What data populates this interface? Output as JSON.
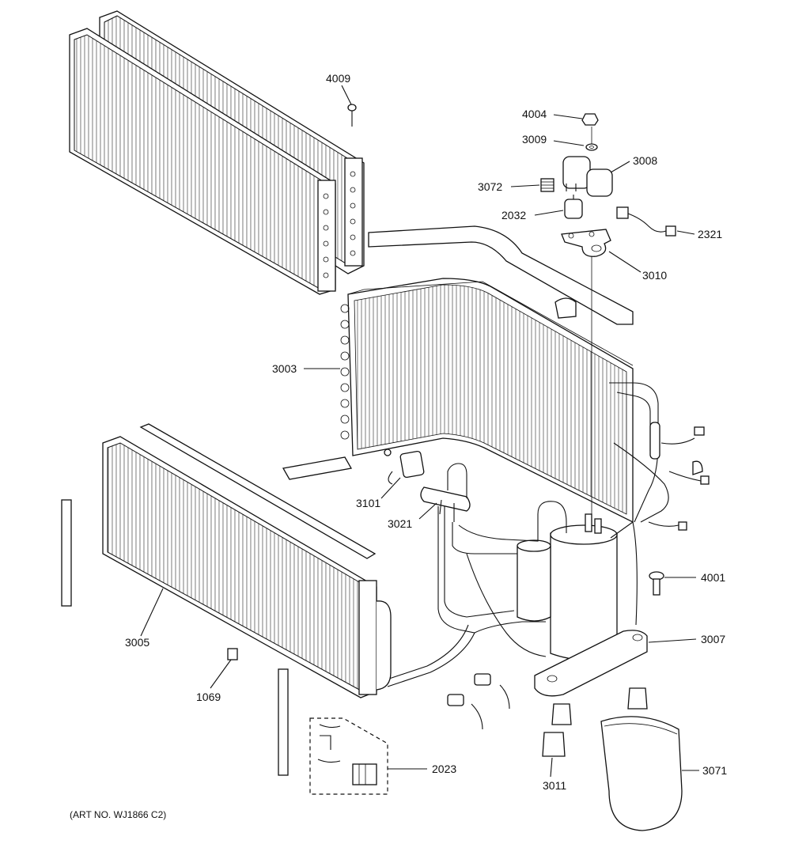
{
  "parts": [
    {
      "id": "p4009",
      "number": "4009"
    },
    {
      "id": "p4004",
      "number": "4004"
    },
    {
      "id": "p3009",
      "number": "3009"
    },
    {
      "id": "p3008",
      "number": "3008"
    },
    {
      "id": "p3072",
      "number": "3072"
    },
    {
      "id": "p2032",
      "number": "2032"
    },
    {
      "id": "p2321",
      "number": "2321"
    },
    {
      "id": "p3010",
      "number": "3010"
    },
    {
      "id": "p3003",
      "number": "3003"
    },
    {
      "id": "p3101",
      "number": "3101"
    },
    {
      "id": "p3021",
      "number": "3021"
    },
    {
      "id": "p4001",
      "number": "4001"
    },
    {
      "id": "p3007",
      "number": "3007"
    },
    {
      "id": "p3005",
      "number": "3005"
    },
    {
      "id": "p1069",
      "number": "1069"
    },
    {
      "id": "p2023",
      "number": "2023"
    },
    {
      "id": "p3011",
      "number": "3011"
    },
    {
      "id": "p3071",
      "number": "3071"
    }
  ],
  "art_number": "(ART NO. WJ1866 C2)"
}
